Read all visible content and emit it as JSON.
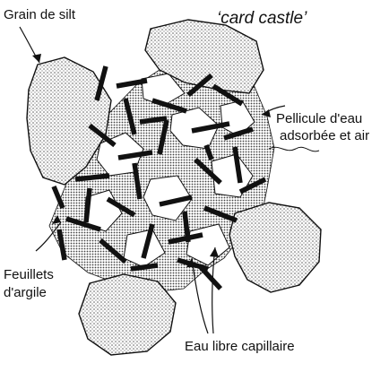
{
  "diagram": {
    "title": "‘card castle’",
    "labels": {
      "silt_grain": "Grain de silt",
      "water_film_line1": "Pellicule d'eau",
      "water_film_line2": "adsorbée et air",
      "clay_sheets_line1": "Feuillets",
      "clay_sheets_line2": "d'argile",
      "capillary_water": "Eau libre capillaire"
    },
    "colors": {
      "ink": "#111111",
      "grain_fill": "#dcdcdc",
      "film_fill": "#c8c8c8",
      "clay": "#111111",
      "background": "#ffffff"
    }
  }
}
